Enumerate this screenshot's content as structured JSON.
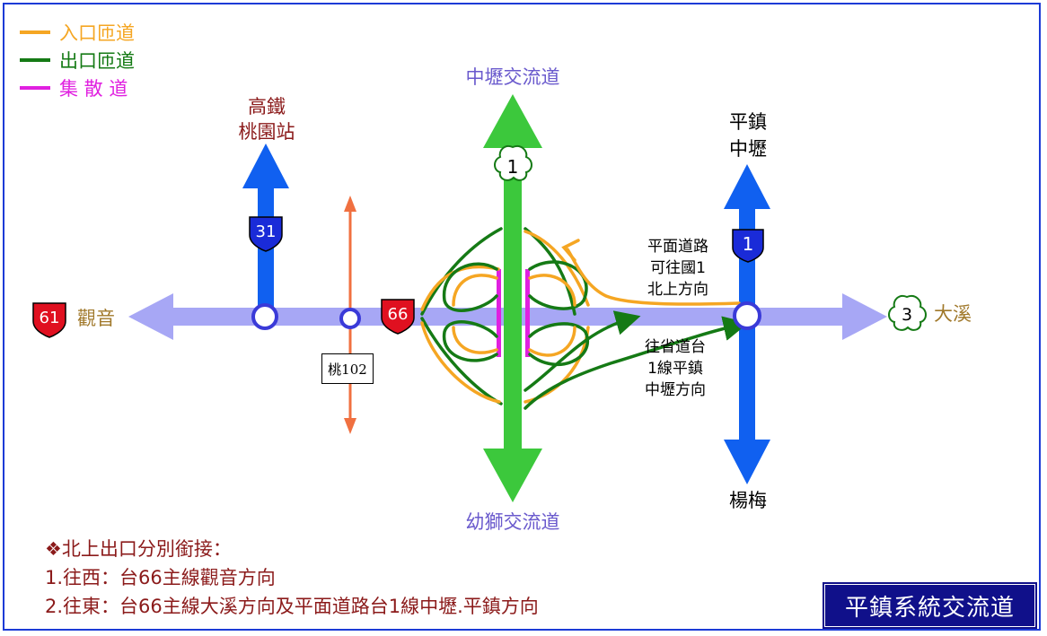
{
  "legend": {
    "items": [
      {
        "label": "入口匝道",
        "color": "#f5a623"
      },
      {
        "label": "出口匝道",
        "color": "#157a15"
      },
      {
        "label": "集 散 道",
        "color": "#e020e0"
      }
    ]
  },
  "labels": {
    "hsr": "高鐵\n桃園站",
    "zhongli_ic": "中壢交流道",
    "youshi_ic": "幼獅交流道",
    "pingzhen_zhongli": "平鎮\n中壢",
    "yangmei": "楊梅",
    "guanyin": "觀音",
    "daxi": "大溪",
    "local_road_note": "平面道路\n可往國1\n北上方向",
    "prov1_note": "往省道台\n1線平鎮\n中壢方向",
    "tao102": "桃102"
  },
  "shields": {
    "r31": "31",
    "r61": "61",
    "r66": "66",
    "prov1": "1",
    "nat1": "1",
    "r3": "3"
  },
  "notes": {
    "heading": "❖北上出口分別銜接：",
    "line1": "1.往西：台66主線觀音方向",
    "line2": "2.往東：台66主線大溪方向及平面道路台1線中壢.平鎮方向"
  },
  "title": "平鎮系統交流道",
  "colors": {
    "border": "#1c3bd6",
    "route66": "#a7a7f5",
    "route31": "#1060f0",
    "freeway1": "#3cc83c",
    "entry_ramp": "#f5a623",
    "exit_ramp": "#157a15",
    "cd_road": "#e020e0",
    "tao102": "#f07040",
    "label_brown": "#8b1a1a",
    "label_purple": "#6a5acd",
    "label_gold": "#a0782a",
    "title_bg": "#10108a"
  }
}
